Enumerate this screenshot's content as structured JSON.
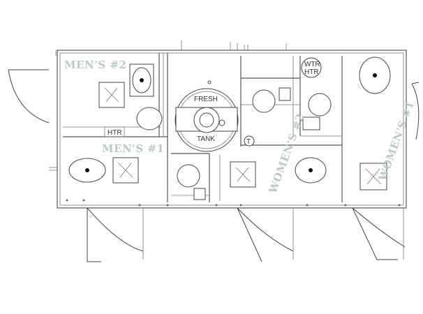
{
  "rooms": {
    "mens2": "MEN'S #2",
    "mens1": "MEN'S #1",
    "womens2": "WOMEN'S #2",
    "womens1": "WOMEN'S #1"
  },
  "equipment": {
    "tank_top": "FRESH",
    "tank_bottom": "TANK",
    "water_heater_line1": "WTR",
    "water_heater_line2": "HTR",
    "heater": "HTR",
    "t_marker": "T"
  },
  "colors": {
    "room_label": "#b9c9c4",
    "line": "#555555"
  }
}
